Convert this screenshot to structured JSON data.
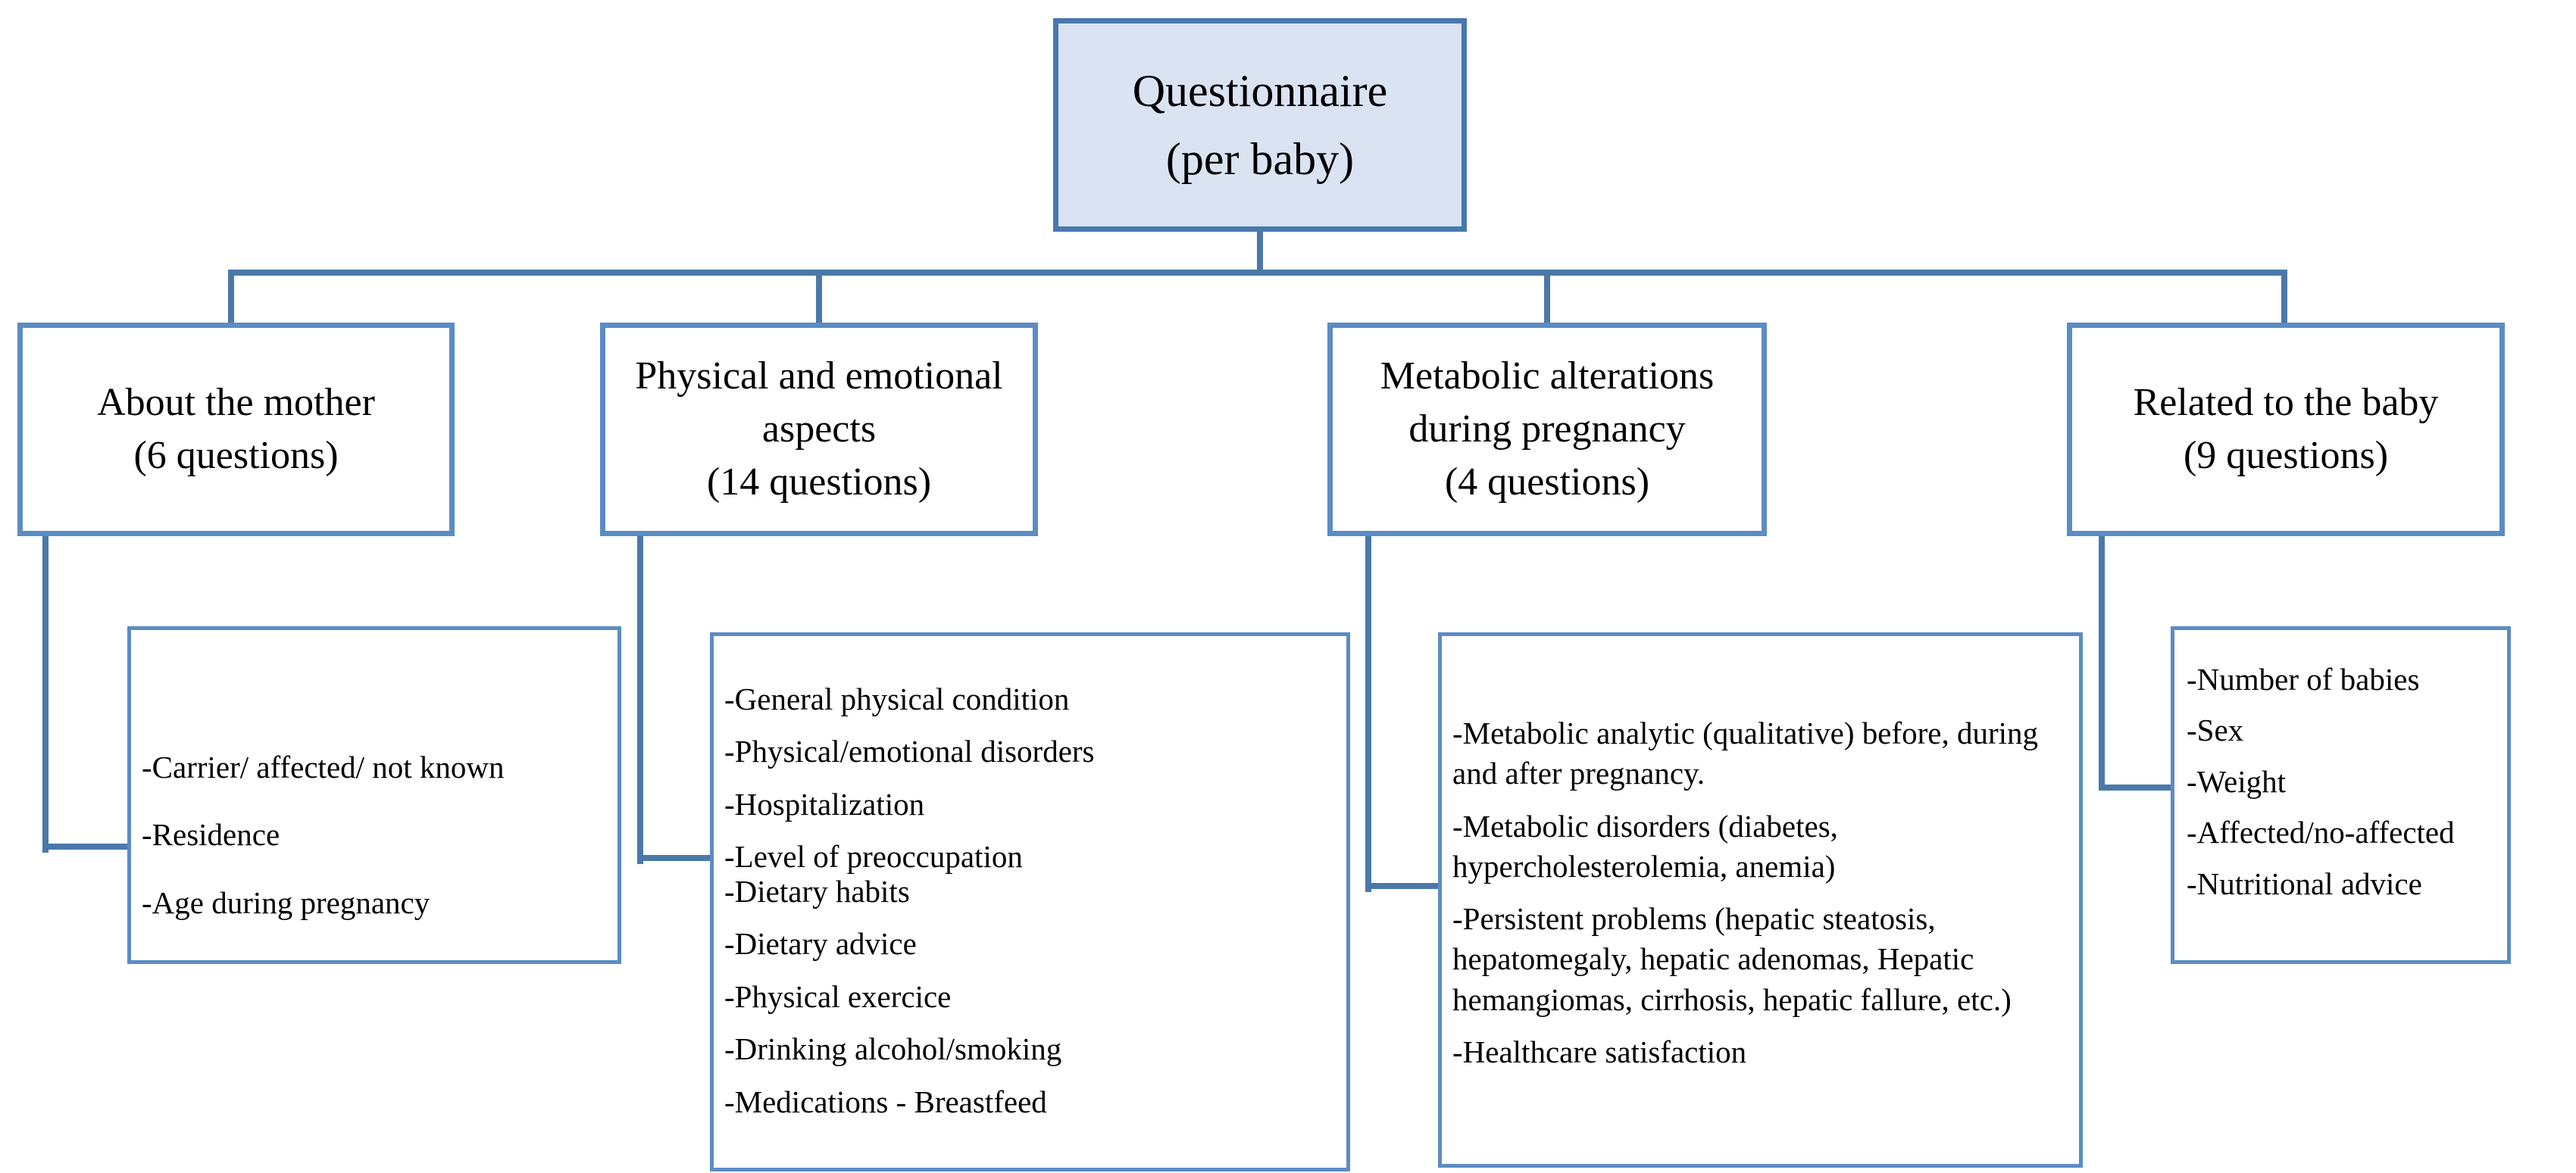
{
  "figure": {
    "type": "hierarchy-diagram",
    "colors": {
      "root_fill": "#dae3f2",
      "root_border": "#4878ad",
      "branch_border": "#5b8cc4",
      "connector": "#4a79a9",
      "text": "#000000",
      "background": "#ffffff"
    },
    "root": {
      "lines": [
        "Questionnaire",
        "(per baby)"
      ]
    },
    "branches": [
      {
        "title_lines": [
          "About the mother",
          "(6 questions)"
        ],
        "items": [
          "-Carrier/ affected/ not known",
          "-Residence",
          "-Age during pregnancy"
        ]
      },
      {
        "title_lines": [
          "Physical and emotional",
          "aspects",
          "(14 questions)"
        ],
        "items": [
          "-General physical condition",
          "-Physical/emotional disorders",
          "-Hospitalization",
          "-Level of preoccupation",
          "-Dietary habits",
          "-Dietary advice",
          "-Physical exercice",
          "-Drinking alcohol/smoking",
          "-Medications - Breastfeed"
        ]
      },
      {
        "title_lines": [
          "Metabolic alterations",
          "during pregnancy",
          "(4 questions)"
        ],
        "items": [
          "-Metabolic analytic (qualitative) before, during and after pregnancy.",
          "-Metabolic disorders (diabetes, hypercholesterolemia, anemia)",
          "-Persistent problems (hepatic steatosis, hepatomegaly, hepatic adenomas, Hepatic hemangiomas, cirrhosis, hepatic fallure, etc.)",
          "-Healthcare satisfaction"
        ]
      },
      {
        "title_lines": [
          "Related to the baby",
          "(9 questions)"
        ],
        "items": [
          "-Number of babies",
          "-Sex",
          "-Weight",
          "-Affected/no-affected",
          "-Nutritional advice"
        ]
      }
    ]
  }
}
